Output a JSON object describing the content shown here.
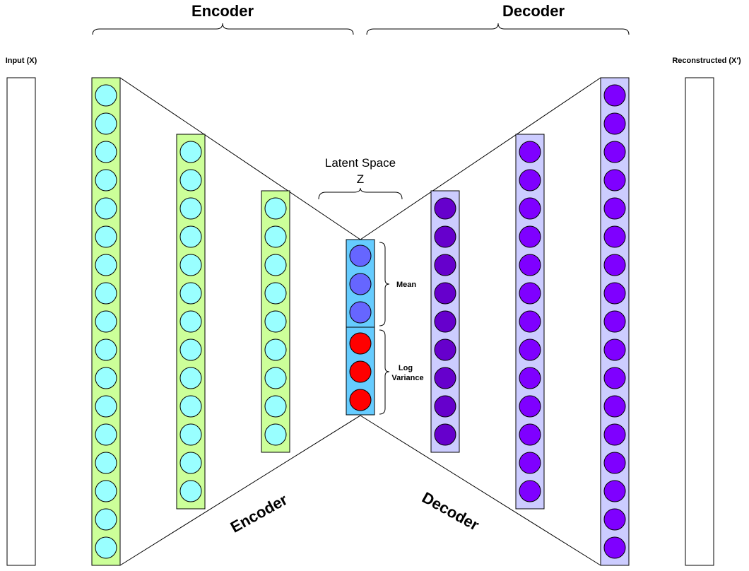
{
  "headings": {
    "encoder": "Encoder",
    "decoder": "Decoder"
  },
  "labels": {
    "input": "Input (X)",
    "output": "Reconstructed (X')",
    "latent_title": "Latent Space",
    "latent_symbol": "Z",
    "mean": "Mean",
    "log_variance_line1": "Log",
    "log_variance_line2": "Variance",
    "encoder_diagonal": "Encoder",
    "decoder_diagonal": "Decoder"
  },
  "colors": {
    "encoder_layer_fill": "#CCFF99",
    "encoder_node_fill": "#99FFFF",
    "latent_fill": "#66CCFF",
    "mean_node_fill": "#6666FF",
    "logvar_node_fill": "#FF0000",
    "decoder_layer_fill": "#CCCCFF",
    "decoder_inner_node_fill": "#6600CC",
    "decoder_outer_node_fill": "#7F00FF",
    "io_fill": "#FFFFFF",
    "stroke": "#000000"
  },
  "layers": {
    "encoder_node_counts": [
      17,
      13,
      9
    ],
    "latent_mean_nodes": 3,
    "latent_logvar_nodes": 3,
    "decoder_node_counts": [
      9,
      13,
      17
    ]
  }
}
